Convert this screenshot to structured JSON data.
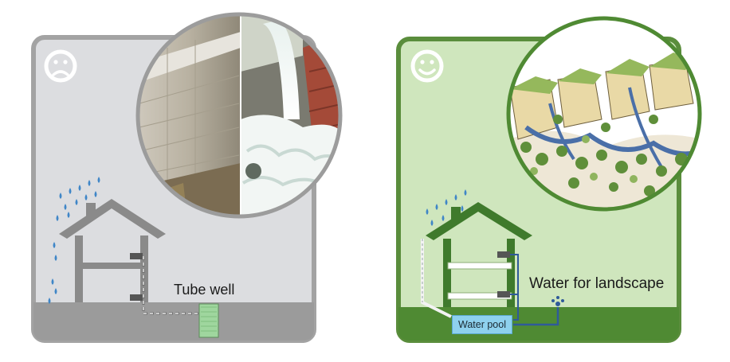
{
  "labels": {
    "tube_well": "Tube well",
    "water_for_landscape": "Water for landscape",
    "water_pool": "Water pool"
  },
  "icons": {
    "left": "sad-face-icon",
    "right": "happy-face-icon"
  },
  "colors": {
    "bad_panel_border": "#9c9c9c",
    "bad_panel_fill": "#dcdde0",
    "good_panel_border": "#5a8d3c",
    "good_panel_fill": "#cfe6bd",
    "pipe_blue": "#2f5a9a",
    "rain_blue": "#3f86c7"
  }
}
